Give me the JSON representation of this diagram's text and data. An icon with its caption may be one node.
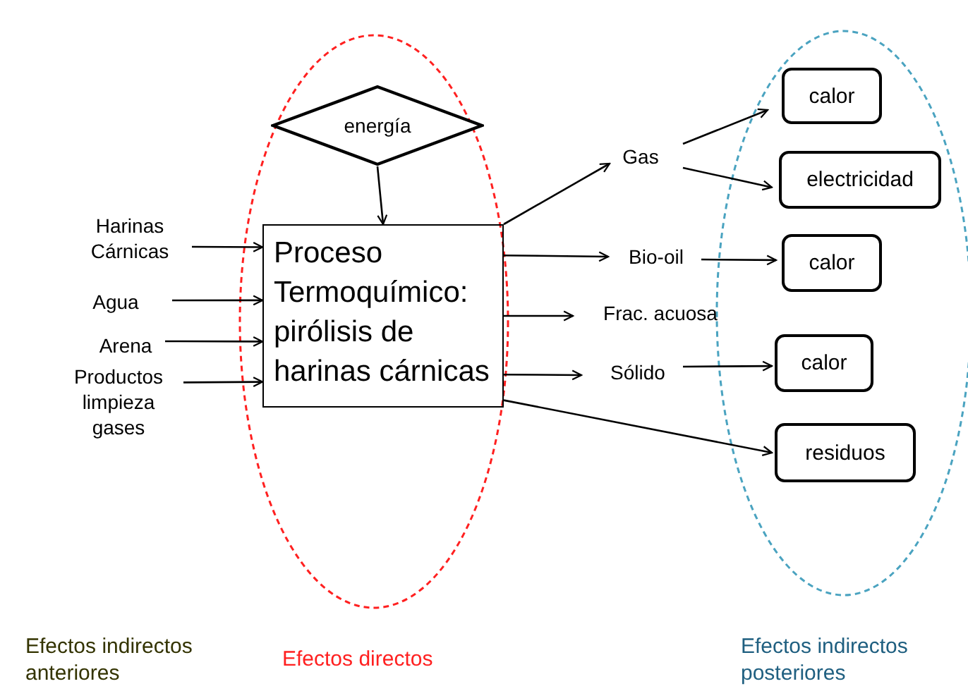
{
  "diagram": {
    "nodes": [
      {
        "text": [
          "energía"
        ]
      },
      {
        "text": [
          "Proceso Termoquímico: pirólisis de harinas cárnicas"
        ]
      },
      {
        "text": [
          "Harinas Cárnicas"
        ]
      },
      {
        "text": [
          "Agua"
        ]
      },
      {
        "text": [
          "Arena"
        ]
      },
      {
        "text": [
          "Productos limpieza gases"
        ]
      },
      {
        "text": [
          "Gas"
        ]
      },
      {
        "text": [
          "Bio-oil"
        ]
      },
      {
        "text": [
          "Frac. acuosa"
        ]
      },
      {
        "text": [
          "Sólido"
        ]
      },
      {
        "text": [
          "calor"
        ]
      },
      {
        "text": [
          "electricidad"
        ]
      },
      {
        "text": [
          "calor"
        ]
      },
      {
        "text": [
          "calor"
        ]
      },
      {
        "text": [
          "residuos"
        ]
      }
    ],
    "edges": [
      {
        "from": 0,
        "to": 1,
        "arrow": "to"
      },
      {
        "from": 2,
        "to": 1,
        "arrow": "to"
      },
      {
        "from": 3,
        "to": 1,
        "arrow": "to"
      },
      {
        "from": 4,
        "to": 1,
        "arrow": "to"
      },
      {
        "from": 5,
        "to": 1,
        "arrow": "to"
      },
      {
        "from": 1,
        "to": 6,
        "arrow": "to"
      },
      {
        "from": 1,
        "to": 7,
        "arrow": "to"
      },
      {
        "from": 1,
        "to": 8,
        "arrow": "to"
      },
      {
        "from": 1,
        "to": 9,
        "arrow": "to"
      },
      {
        "from": 6,
        "to": 10,
        "arrow": "to"
      },
      {
        "from": 6,
        "to": 11,
        "arrow": "to"
      },
      {
        "from": 7,
        "to": 12,
        "arrow": "to"
      },
      {
        "from": 9,
        "to": 13,
        "arrow": "to"
      },
      {
        "from": 1,
        "to": 14,
        "arrow": "to"
      }
    ],
    "labels": [
      "Efectos indirectos anteriores",
      "Efectos directos",
      "Efectos indirectos posteriores"
    ]
  }
}
